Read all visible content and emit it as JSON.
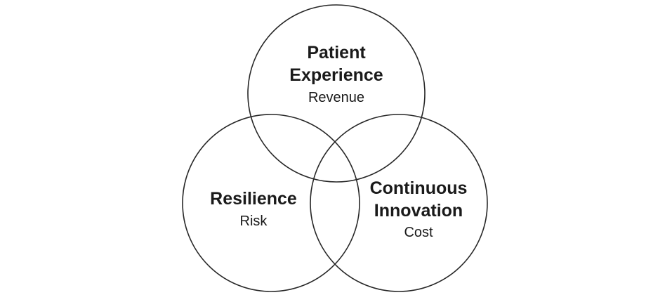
{
  "diagram": {
    "type": "venn",
    "stroke_color": "#262626",
    "text_color": "#1a1a1a",
    "circles": [
      {
        "id": "patient-experience",
        "title": [
          "Patient",
          "Experience"
        ],
        "subtitle": "Revenue"
      },
      {
        "id": "resilience",
        "title": [
          "Resilience"
        ],
        "subtitle": "Risk"
      },
      {
        "id": "continuous-innovation",
        "title": [
          "Continuous",
          "Innovation"
        ],
        "subtitle": "Cost"
      }
    ]
  }
}
